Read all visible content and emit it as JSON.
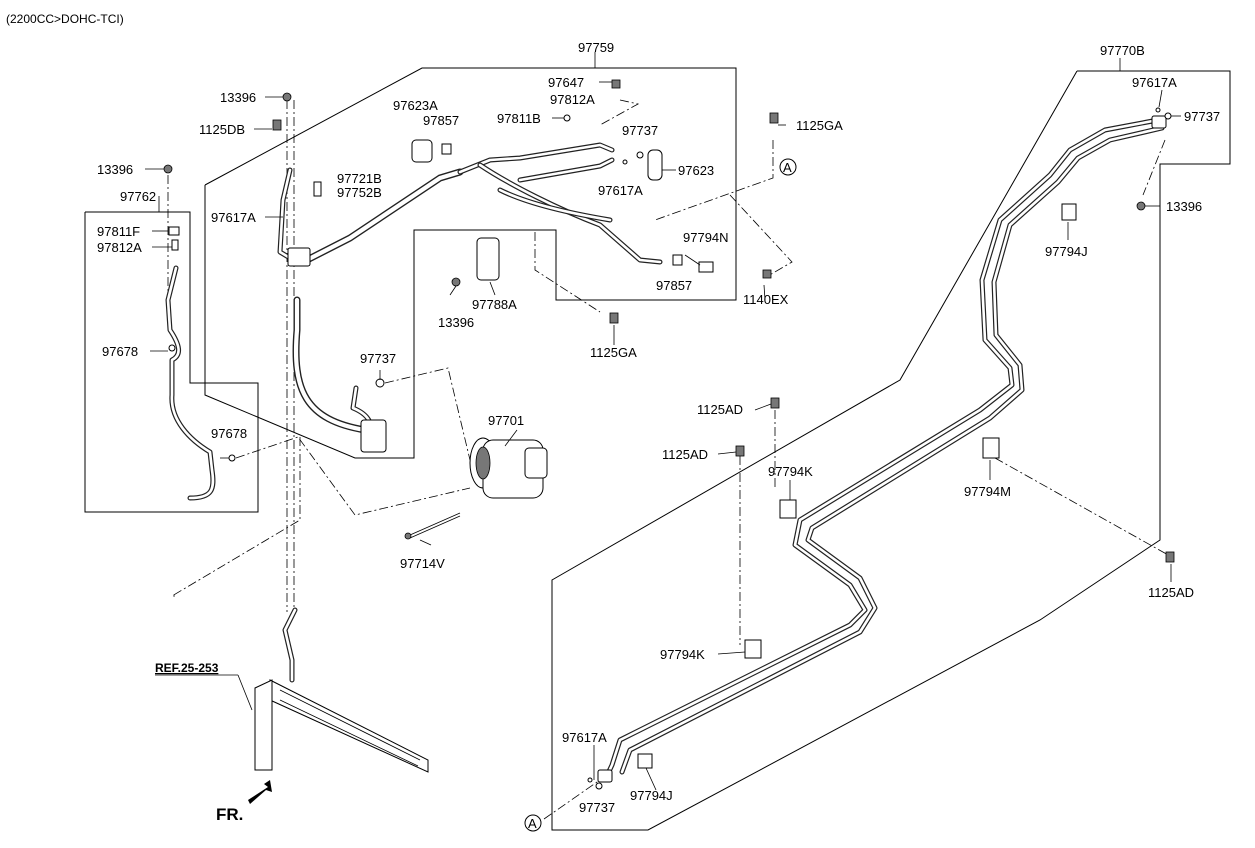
{
  "header": {
    "engine_spec": "(2200CC>DOHC-TCI)"
  },
  "labels": {
    "p97759": "97759",
    "p97647": "97647",
    "p97812A_top": "97812A",
    "p97811B": "97811B",
    "p97623A": "97623A",
    "p97857_top": "97857",
    "p97737_top": "97737",
    "p97623": "97623",
    "p97617A_mid": "97617A",
    "p13396_top": "13396",
    "p1125DB": "1125DB",
    "p13396_left": "13396",
    "p97762": "97762",
    "p97811F": "97811F",
    "p97812A_left": "97812A",
    "p97721B": "97721B",
    "p97752B": "97752B",
    "p97617A_left": "97617A",
    "p97678_upper": "97678",
    "p97678_lower": "97678",
    "p1125GA_top": "1125GA",
    "p97794N": "97794N",
    "p97857_right": "97857",
    "p1140EX": "1140EX",
    "p13396_center": "13396",
    "p97788A": "97788A",
    "p1125GA_mid": "1125GA",
    "p97737_mid": "97737",
    "p97701": "97701",
    "p97714V": "97714V",
    "p97770B": "97770B",
    "p97617A_right": "97617A",
    "p97737_right": "97737",
    "p13396_right": "13396",
    "p97794J_upper": "97794J",
    "p1125AD_a": "1125AD",
    "p1125AD_b": "1125AD",
    "p97794K_upper": "97794K",
    "p97794M": "97794M",
    "p1125AD_c": "1125AD",
    "p97794K_lower": "97794K",
    "p97617A_bottom": "97617A",
    "p97737_bottom": "97737",
    "p97794J_lower": "97794J",
    "ref": "REF.25-253",
    "fr": "FR.",
    "callout_a": "A"
  }
}
